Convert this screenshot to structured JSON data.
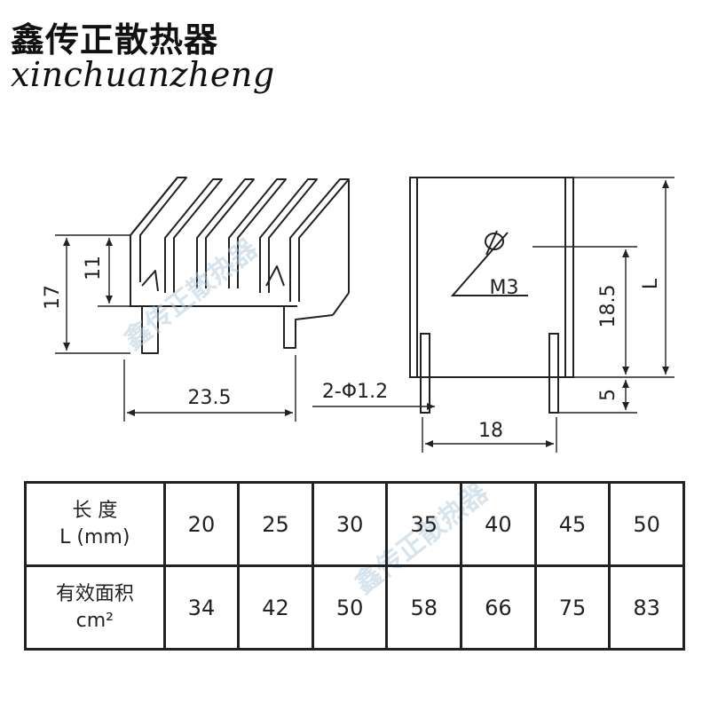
{
  "brand": {
    "chinese_name": "鑫传正散热器",
    "pinyin": "xinchuanzheng"
  },
  "watermark": "鑫传正散热器",
  "front_view": {
    "height_total": "17",
    "height_inner": "11",
    "width": "23.5"
  },
  "side_view": {
    "pin_callout": "2-Φ1.2",
    "hole_label": "M3",
    "hole_symbol": "Φ",
    "hole_height": "18.5",
    "length_label": "L",
    "pin_length": "5",
    "pin_spacing": "18"
  },
  "table": {
    "row1_header_line1": "长 度",
    "row1_header_line2": "L (mm)",
    "row2_header_line1": "有效面积",
    "row2_header_line2": "cm²",
    "lengths": [
      "20",
      "25",
      "30",
      "35",
      "40",
      "45",
      "50"
    ],
    "areas": [
      "34",
      "42",
      "50",
      "58",
      "66",
      "75",
      "83"
    ]
  }
}
